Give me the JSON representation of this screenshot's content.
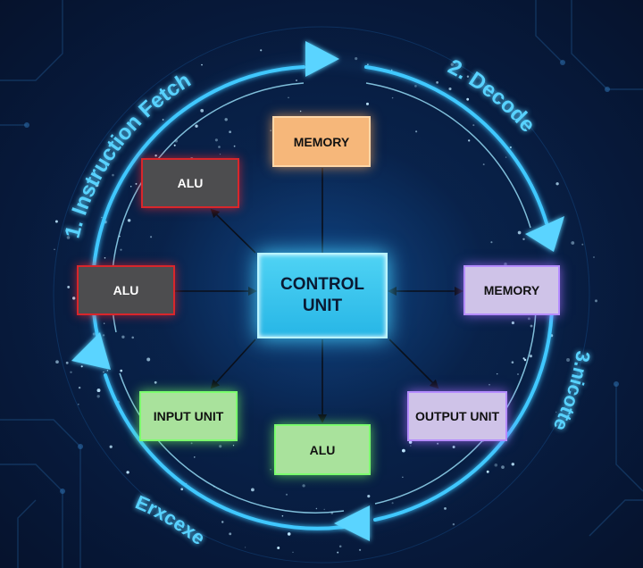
{
  "stages": {
    "fetch": "1. Instruction Fetch",
    "decode": "2. Decode",
    "third": "3.nicotte",
    "execute": "Erxcexe"
  },
  "control_unit": {
    "line1": "CONTROL",
    "line2": "UNIT"
  },
  "units": {
    "memory_top": "MEMORY",
    "alu_upper_left": "ALU",
    "alu_left": "ALU",
    "memory_right": "MEMORY",
    "input_unit": "INPUT UNIT",
    "output_unit": "OUTPUT UNIT",
    "alu_bottom": "ALU"
  },
  "colors": {
    "background": "#06152e",
    "ring": "#3fc8ff",
    "control_unit": "#3ec6f0",
    "alu_border": "#d9262b",
    "memory_top": "#f6b77a",
    "memory_right": "#cfc3e8",
    "green_units": "#a9e29c"
  }
}
